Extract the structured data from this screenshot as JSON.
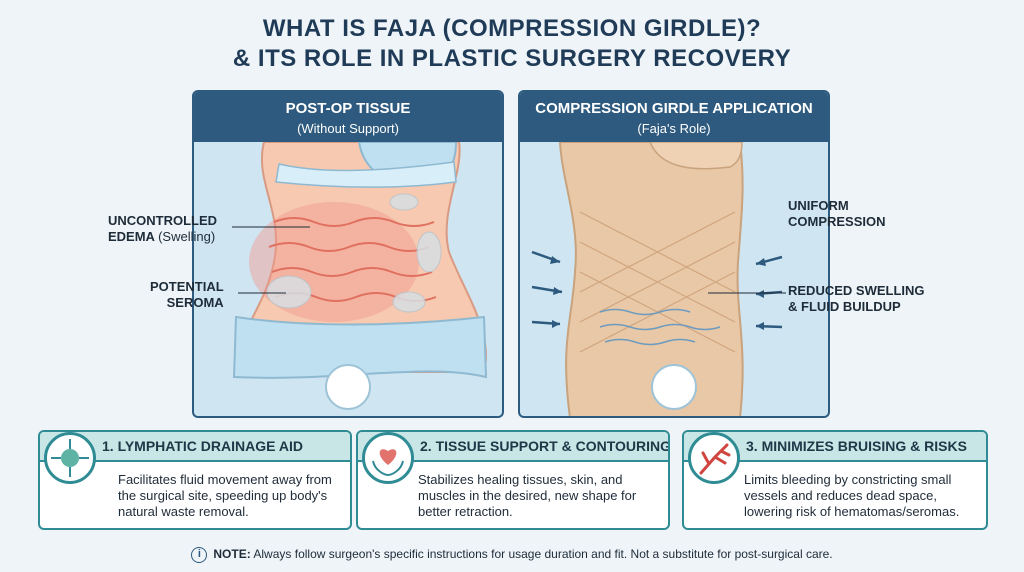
{
  "title": {
    "line1": "WHAT IS FAJA (COMPRESSION GIRDLE)?",
    "line2": "& ITS ROLE IN PLASTIC SURGERY RECOVERY"
  },
  "panels": {
    "left": {
      "heading": "POST-OP TISSUE",
      "subheading": "(Without Support)"
    },
    "right": {
      "heading": "COMPRESSION GIRDLE APPLICATION",
      "subheading": "(Faja's Role)"
    }
  },
  "labels": {
    "edema_bold": "UNCONTROLLED",
    "edema_line2_bold": "EDEMA",
    "edema_line2_light": "(Swelling)",
    "seroma_line1": "POTENTIAL",
    "seroma_line2": "SEROMA",
    "compression_line1": "UNIFORM",
    "compression_line2": "COMPRESSION",
    "swelling_line1": "REDUCED SWELLING",
    "swelling_line2": "& FLUID BUILDUP"
  },
  "cards": [
    {
      "icon": "lymph-node-icon",
      "title": "1. LYMPHATIC DRAINAGE AID",
      "body": "Facilitates fluid movement away from the surgical site, speeding up body's natural waste removal."
    },
    {
      "icon": "heart-hands-icon",
      "title": "2. TISSUE SUPPORT & CONTOURING",
      "body": "Stabilizes healing tissues, skin, and muscles in the desired, new shape for better retraction."
    },
    {
      "icon": "blood-vessel-icon",
      "title": "3. MINIMIZES BRUISING & RISKS",
      "body": "Limits bleeding by constricting small vessels and reduces dead space, lowering risk of hematomas/seromas."
    }
  ],
  "note": {
    "prefix": "NOTE:",
    "text": "Always follow surgeon's specific instructions for usage duration and fit. Not a substitute for post-surgical care."
  },
  "colors": {
    "panel_header": "#2d5a7e",
    "card_accent": "#2f8b94",
    "skin": "#f4c7ad",
    "girdle": "#e6c9a8"
  }
}
